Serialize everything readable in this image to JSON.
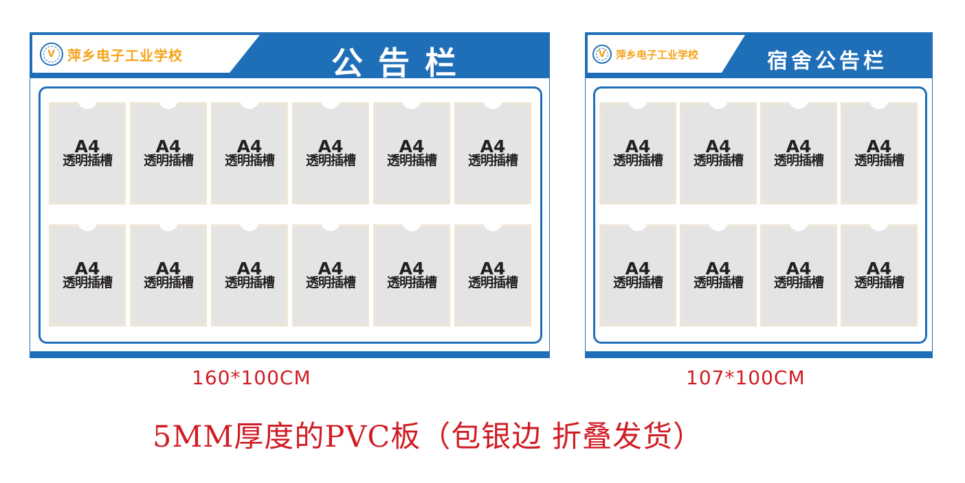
{
  "colors": {
    "brand_blue": "#1f6fb8",
    "school_orange": "#f4a41c",
    "note_red": "#d01c24",
    "slot_fill": "#e4e4e4",
    "slot_border": "#ede6d8"
  },
  "boards": [
    {
      "school_name": "萍乡电子工业学校",
      "title": "公告栏",
      "logo_icon": "school-emblem-icon",
      "slot_columns": 6,
      "slot_rows": 2,
      "dimension": "160*100CM"
    },
    {
      "school_name": "萍乡电子工业学校",
      "title": "宿舍公告栏",
      "logo_icon": "school-emblem-icon",
      "slot_columns": 4,
      "slot_rows": 2,
      "dimension": "107*100CM"
    }
  ],
  "slot": {
    "size": "A4",
    "description": "透明插槽"
  },
  "footnote": "5MM厚度的PVC板（包银边 折叠发货）"
}
